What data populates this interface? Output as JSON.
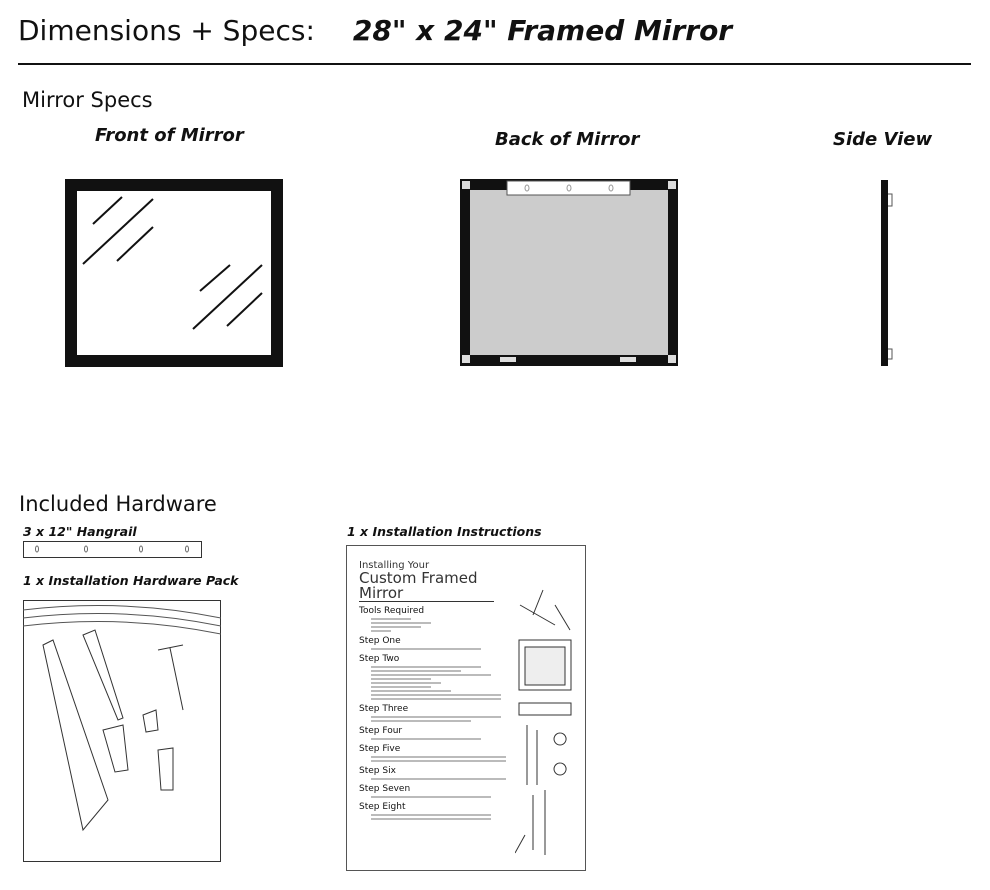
{
  "header": {
    "title": "Dimensions + Specs:",
    "subtitle": "28\" x 24\" Framed Mirror"
  },
  "mirror_specs": {
    "heading": "Mirror Specs",
    "front_label": "Front of Mirror",
    "back_label": "Back of Mirror",
    "side_label": "Side View"
  },
  "hardware": {
    "heading": "Included Hardware",
    "hangrail_label": "3 x 12\" Hangrail",
    "pack_label": "1 x Installation Hardware Pack",
    "instructions_label": "1 x Installation Instructions"
  },
  "instructions": {
    "title_line1": "Installing Your",
    "title_line2": "Custom Framed Mirror",
    "sections": [
      "Tools Required",
      "Step One",
      "Step Two",
      "Step Three",
      "Step Four",
      "Step Five",
      "Step Six",
      "Step Seven",
      "Step Eight"
    ],
    "colors": {
      "frame": "#111111",
      "mirror_back": "#cccccc"
    }
  }
}
